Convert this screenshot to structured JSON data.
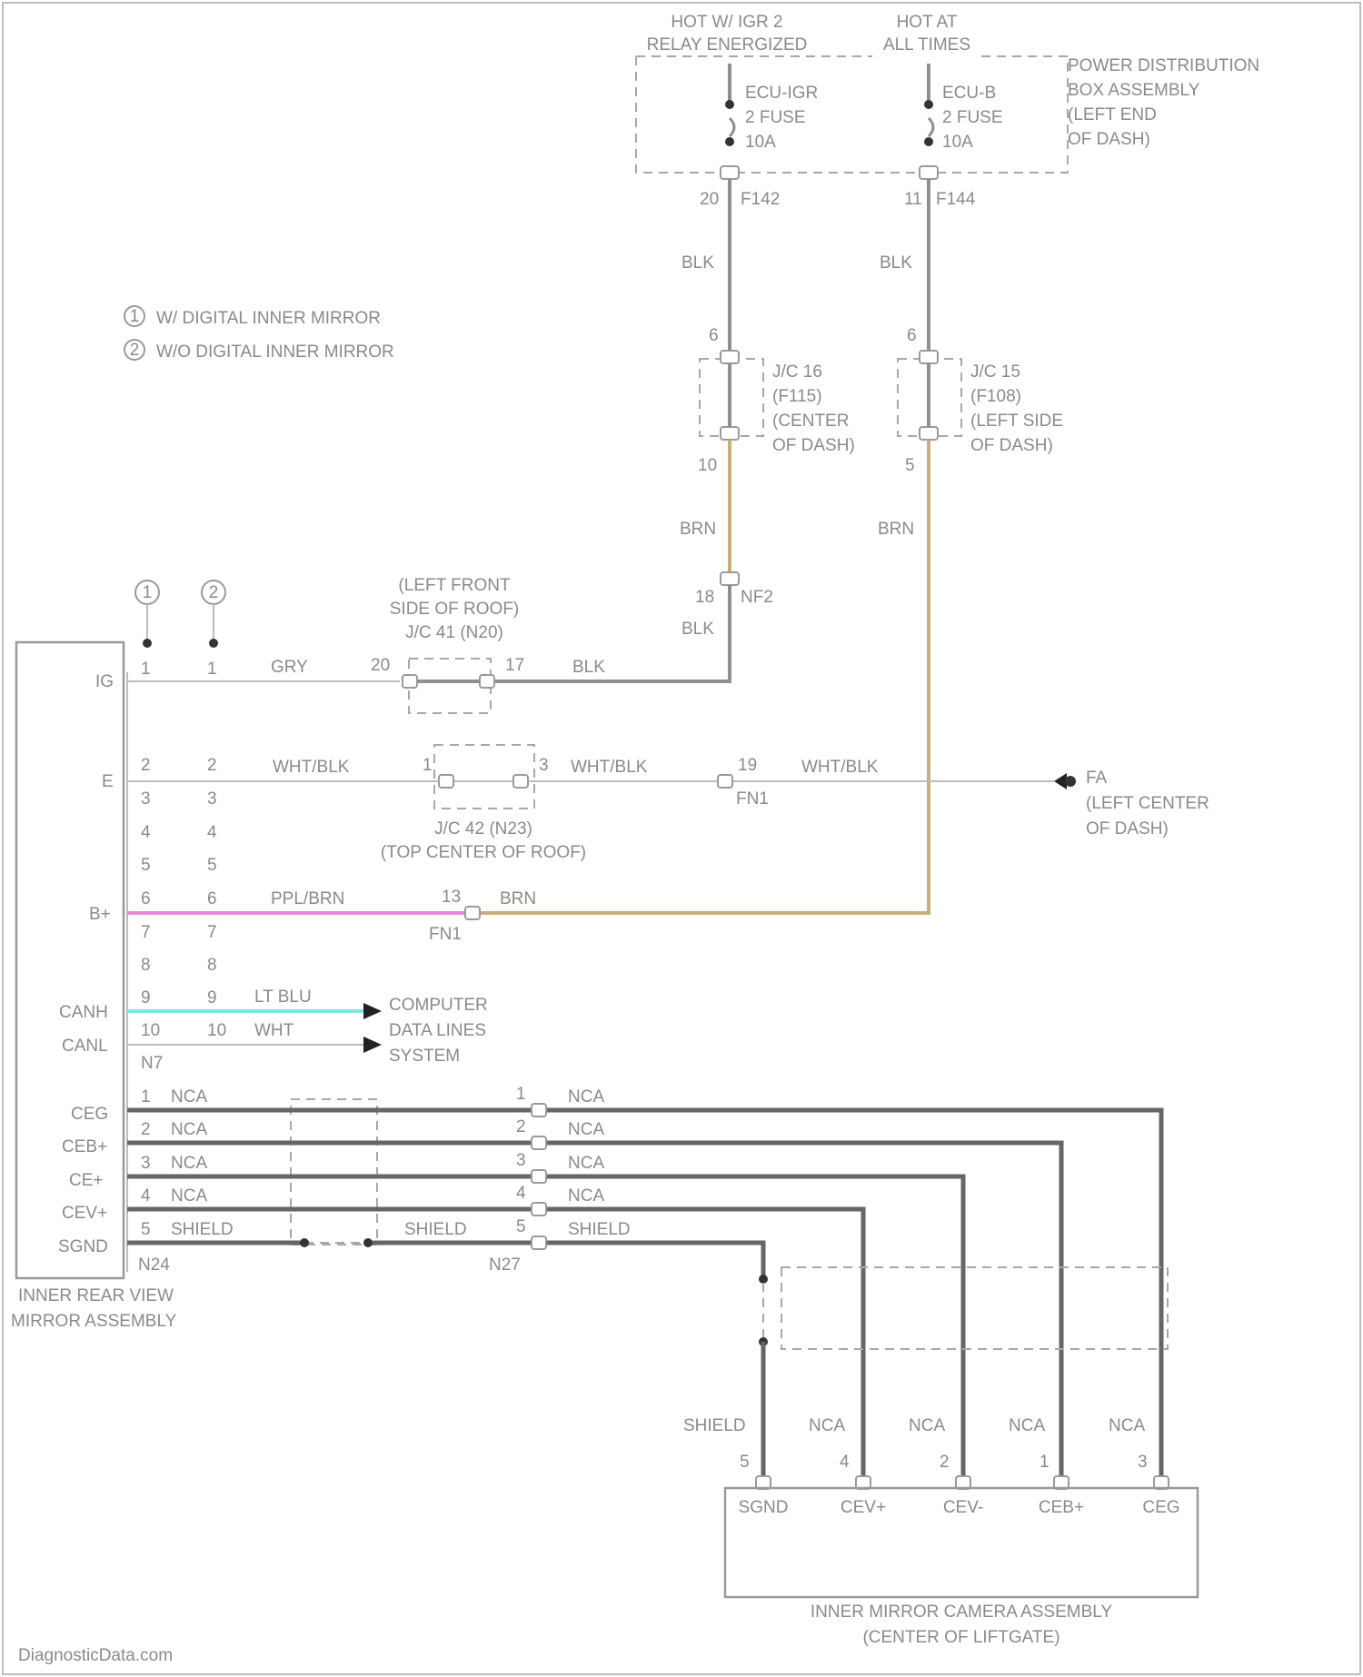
{
  "power": {
    "left_hot": [
      "HOT W/ IGR 2",
      "RELAY ENERGIZED"
    ],
    "right_hot": [
      "HOT AT",
      "ALL TIMES"
    ],
    "left_fuse": [
      "ECU-IGR",
      "2 FUSE",
      "10A"
    ],
    "right_fuse": [
      "ECU-B",
      "2 FUSE",
      "10A"
    ],
    "pdb": [
      "POWER DISTRIBUTION",
      "BOX ASSEMBLY",
      "(LEFT END",
      "OF DASH)"
    ],
    "left_pin": "20",
    "left_conn": "F142",
    "right_pin": "11",
    "right_conn": "F144"
  },
  "wires": {
    "blk_a": "BLK",
    "blk_b": "BLK",
    "brn_a": "BRN",
    "brn_b": "BRN",
    "blk_c": "BLK"
  },
  "junctions": {
    "jc16": [
      "J/C 16",
      "(F115)",
      "(CENTER",
      "OF DASH)"
    ],
    "jc16_top": "6",
    "jc16_bot": "10",
    "jc15": [
      "J/C 15",
      "(F108)",
      "(LEFT SIDE",
      "OF DASH)"
    ],
    "jc15_top": "6",
    "jc15_bot": "5",
    "nf2_pin": "18",
    "nf2_conn": "NF2",
    "jc41": [
      "(LEFT FRONT",
      "SIDE OF ROOF)",
      "J/C 41 (N20)"
    ],
    "jc41_left": "20",
    "jc41_right": "17",
    "jc42": [
      "J/C 42 (N23)",
      "(TOP CENTER OF ROOF)"
    ],
    "jc42_left": "1",
    "jc42_right": "3"
  },
  "legend": {
    "item1": "W/ DIGITAL INNER MIRROR",
    "item2": "W/O DIGITAL INNER MIRROR",
    "num1": "1",
    "num2": "2"
  },
  "mirror": {
    "label": [
      "INNER REAR VIEW",
      "MIRROR ASSEMBLY"
    ],
    "pins_left": [
      "IG",
      "E",
      "B+",
      "CANH",
      "CANL",
      "CEG",
      "CEB+",
      "CE+",
      "CEV+",
      "SGND"
    ],
    "conn_n7": "N7",
    "conn_n24": "N24",
    "col1": [
      "1",
      "2",
      "3",
      "4",
      "5",
      "6",
      "7",
      "8",
      "9",
      "10"
    ],
    "col2": [
      "1",
      "2",
      "3",
      "4",
      "5",
      "6",
      "7",
      "8",
      "9",
      "10"
    ],
    "shield_pins": [
      "1",
      "2",
      "3",
      "4",
      "5"
    ]
  },
  "circuit_labels": {
    "gry": "GRY",
    "blk_ig": "BLK",
    "wht_blk_1": "WHT/BLK",
    "wht_blk_2": "WHT/BLK",
    "wht_blk_3": "WHT/BLK",
    "pnl_pin": "19",
    "pnl_conn": "FN1",
    "ppl_brn": "PPL/BRN",
    "brn_bp": "BRN",
    "bp_pin": "13",
    "bp_conn": "FN1",
    "lt_blu": "LT BLU",
    "wht": "WHT",
    "nca": "NCA",
    "shield": "SHIELD",
    "n27": "N27"
  },
  "ground": {
    "name": "FA",
    "loc": [
      "(LEFT CENTER",
      "OF DASH)"
    ]
  },
  "cdl": [
    "COMPUTER",
    "DATA LINES",
    "SYSTEM"
  ],
  "camera": {
    "pins": [
      "SGND",
      "CEV+",
      "CEV-",
      "CEB+",
      "CEG"
    ],
    "pin_nums": [
      "5",
      "4",
      "2",
      "1",
      "3"
    ],
    "wire_labels": [
      "SHIELD",
      "NCA",
      "NCA",
      "NCA",
      "NCA"
    ],
    "label": [
      "INNER MIRROR CAMERA ASSEMBLY",
      "(CENTER OF LIFTGATE)"
    ]
  },
  "right_pins": [
    "1",
    "2",
    "3",
    "4",
    "5"
  ],
  "footer": "DiagnosticData.com",
  "colors": {
    "ppl_brn": "#e88ad8",
    "lt_blu": "#7fe6ec",
    "brn": "#c8ae7a",
    "wire": "#8f8f8f"
  }
}
